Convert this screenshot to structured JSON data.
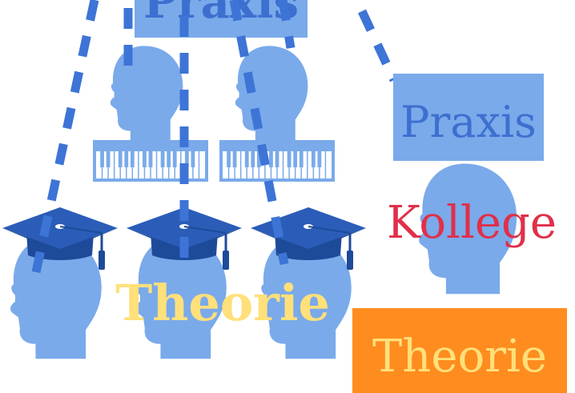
{
  "labels": {
    "praxis_top": "Praxis",
    "praxis_right": "Praxis",
    "kollege": "Kollege",
    "theorie_center": "Theorie",
    "theorie_bottom_right": "Theorie"
  },
  "colors": {
    "head": "#7aaaea",
    "head_dark": "#5a8fd8",
    "cap": "#2b5db8",
    "cap_dark": "#1e4a9a",
    "dash": "#3d74d6",
    "praxis_box": "#7aaaea",
    "praxis_text": "#3d6fd0",
    "kollege_text": "#e0304a",
    "theorie_yellow": "#ffe07a",
    "theorie_box": "#ff8c1f",
    "keyboard": "#7aaaea",
    "white": "#ffffff"
  },
  "icons": {
    "head": "human-head-silhouette-icon",
    "cap": "graduation-cap-icon",
    "keyboard": "piano-keyboard-icon"
  }
}
